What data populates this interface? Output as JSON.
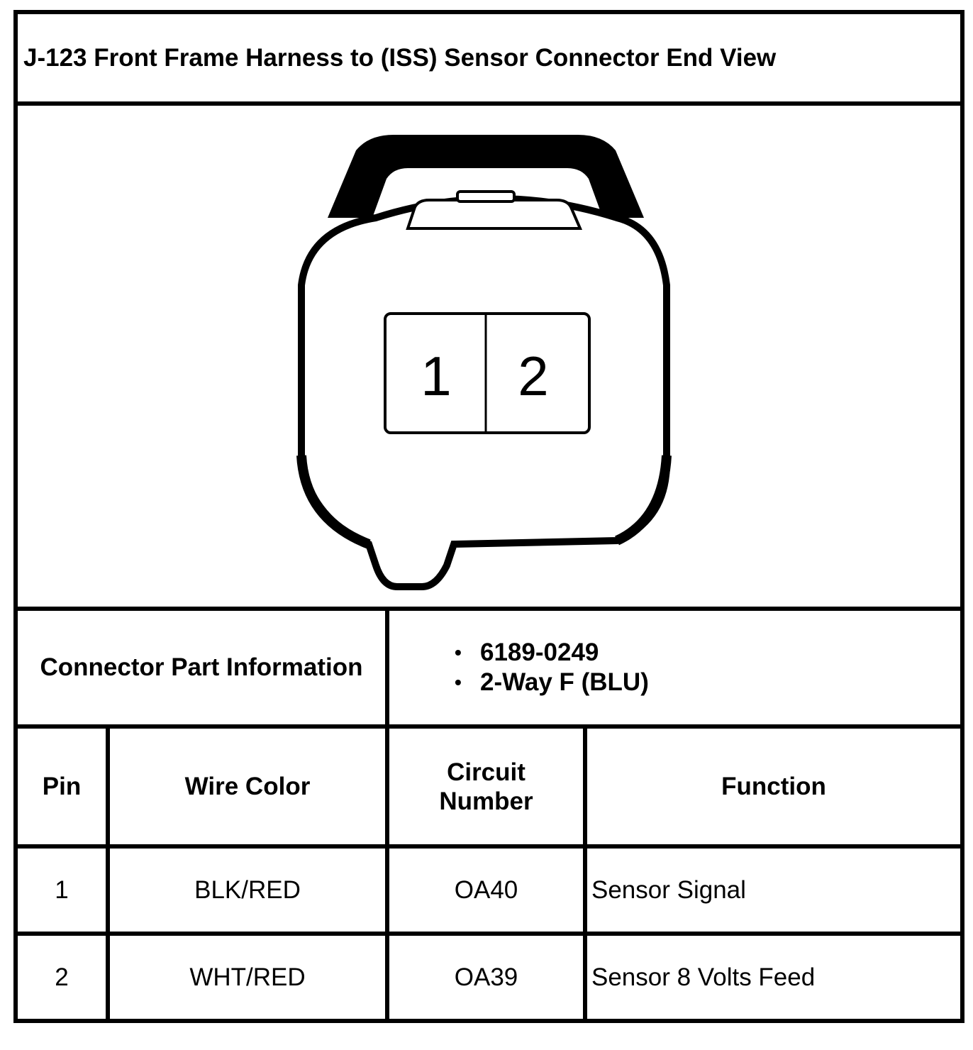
{
  "title": "J-123 Front Frame Harness to (ISS) Sensor Connector End View",
  "connector_view": {
    "cavities": [
      "1",
      "2"
    ]
  },
  "part_info": {
    "label": "Connector Part Information",
    "items": [
      "6189-0249",
      "2-Way F (BLU)"
    ]
  },
  "table": {
    "headers": {
      "pin": "Pin",
      "wire_color": "Wire Color",
      "circuit_number_line1": "Circuit",
      "circuit_number_line2": "Number",
      "function": "Function"
    },
    "rows": [
      {
        "pin": "1",
        "wire_color": "BLK/RED",
        "circuit": "OA40",
        "function": "Sensor Signal"
      },
      {
        "pin": "2",
        "wire_color": "WHT/RED",
        "circuit": "OA39",
        "function": "Sensor 8 Volts Feed"
      }
    ]
  }
}
